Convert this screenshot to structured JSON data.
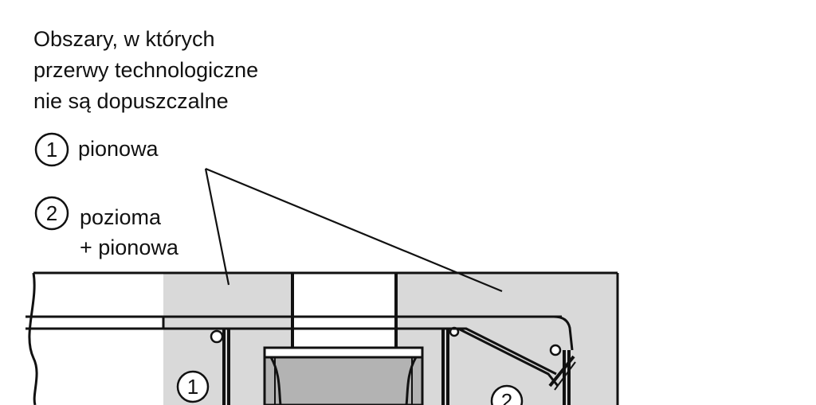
{
  "caption": {
    "title": "Obszary, w których\nprzerwy technologiczne\nnie są dopuszczalne"
  },
  "legend": [
    {
      "number": "1",
      "label": "pionowa"
    },
    {
      "number": "2",
      "label": "pozioma\n+ pionowa"
    }
  ],
  "markers": {
    "zone_1": "1",
    "zone_2": "2"
  },
  "colors": {
    "zone_fill": "#d9d9d9",
    "cover_fill": "#b3b3b3",
    "line": "#111111"
  }
}
